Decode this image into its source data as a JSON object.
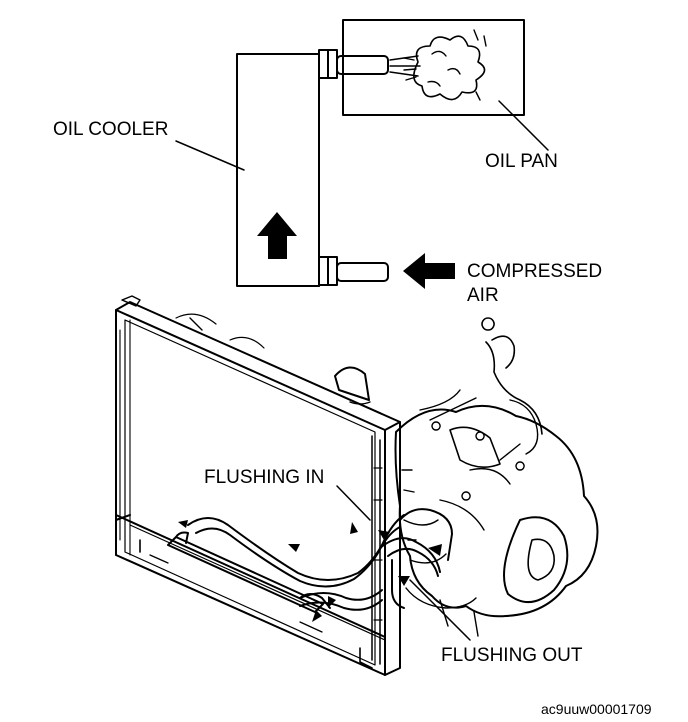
{
  "labels": {
    "oil_cooler": "OIL COOLER",
    "oil_pan": "OIL PAN",
    "compressed": "COMPRESSED",
    "air": "AIR",
    "flushing_in": "FLUSHING IN",
    "flushing_out": "FLUSHING OUT",
    "figure_code": "ac9uuw00001709"
  },
  "colors": {
    "ink": "#000000",
    "paper": "#ffffff"
  }
}
